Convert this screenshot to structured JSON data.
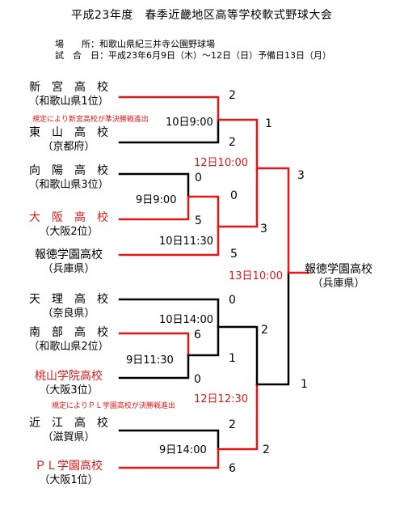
{
  "title": "平成23年度　春季近畿地区高等学校軟式野球大会",
  "venue_label": "場　　所：",
  "venue": "和歌山県紀三井寺公園野球場",
  "dates_label": "試　合　日：",
  "dates": "平成23年6月9日（木）～12日（日）予備日13日（月）",
  "teams": [
    {
      "name": "新　宮　高　校",
      "sub": "（和歌山県1位）"
    },
    {
      "name": "東　山　高　校",
      "sub": "（京都府）"
    },
    {
      "name": "向　陽　高　校",
      "sub": "（和歌山県3位）"
    },
    {
      "name": "大　阪　高　校",
      "sub": "（大阪2位）"
    },
    {
      "name": "報徳学園高校",
      "sub": "（兵庫県）"
    },
    {
      "name": "天　理　高　校",
      "sub": "（奈良県）"
    },
    {
      "name": "南　部　高　校",
      "sub": "（和歌山県2位）"
    },
    {
      "name": "桃山学院高校",
      "sub": "（大阪3位）"
    },
    {
      "name": "近　江　高　校",
      "sub": "（滋賀県）"
    },
    {
      "name": "ＰＬ学園高校",
      "sub": "（大阪1位）"
    }
  ],
  "champion": {
    "name": "報徳学園高校",
    "sub": "（兵庫県）"
  },
  "times": {
    "g1": "10日9:00",
    "g2": "9日9:00",
    "g3": "10日11:30",
    "semi1": "12日10:00",
    "final": "13日10:00",
    "g4": "10日14:00",
    "g5": "9日11:30",
    "semi2": "12日12:30",
    "g6": "9日14:00"
  },
  "notes": {
    "note1": "規定により新宮高校が準決勝戦進出",
    "note2": "規定によりＰＬ学園高校が決勝戦進出"
  },
  "scores": {
    "s_shingu": "2",
    "s_higashiyama": "2",
    "s_koyo": "0",
    "s_osaka": "5",
    "s_g2win": "0",
    "s_hotoku": "5",
    "s_semi1_top": "1",
    "s_semi1_bot": "3",
    "s_final_top": "3",
    "s_final_bot": "1",
    "s_tenri": "0",
    "s_nanbu": "6",
    "s_momo": "0",
    "s_g5win": "1",
    "s_semi2_top": "2",
    "s_omi": "2",
    "s_pl": "6",
    "s_g6win": "2"
  },
  "colors": {
    "win": "#e01818",
    "line": "#000000"
  }
}
